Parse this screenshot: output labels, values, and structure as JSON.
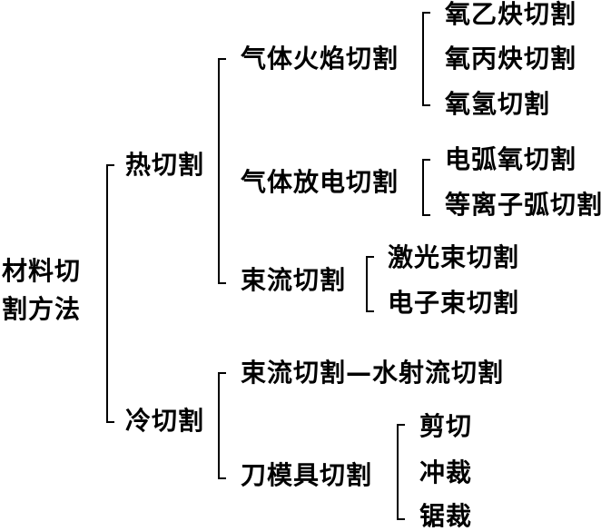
{
  "root": {
    "line1": "材料切",
    "line2": "割方法"
  },
  "hot": {
    "label": "热切割",
    "gas_flame": {
      "label": "气体火焰切割",
      "items": [
        "氧乙炔切割",
        "氧丙炔切割",
        "氧氢切割"
      ]
    },
    "gas_discharge": {
      "label": "气体放电切割",
      "items": [
        "电弧氧切割",
        "等离子弧切割"
      ]
    },
    "beam": {
      "label": "束流切割",
      "items": [
        "激光束切割",
        "电子束切割"
      ]
    }
  },
  "cold": {
    "label": "冷切割",
    "beam_water": "束流切割—水射流切割",
    "tooling": {
      "label": "刀模具切割",
      "items": [
        "剪切",
        "冲裁",
        "锯裁"
      ]
    }
  }
}
